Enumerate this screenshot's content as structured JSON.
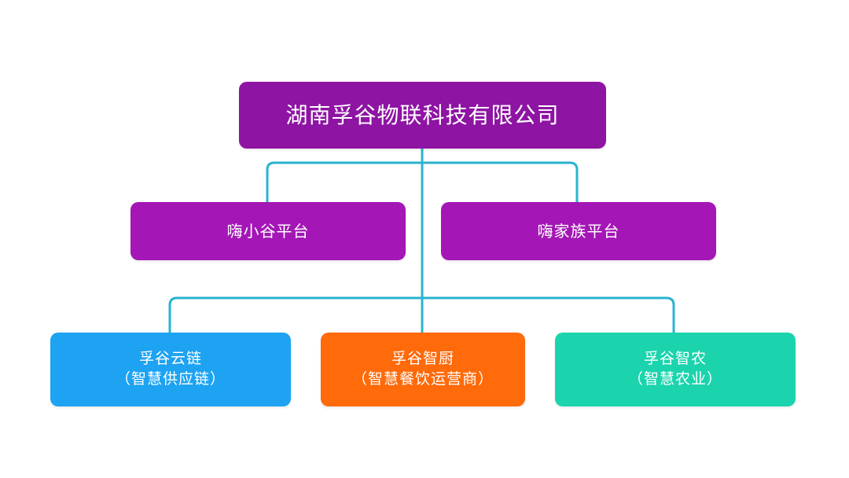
{
  "colors": {
    "connector": "#2ab3d0",
    "root": "#8e14a3",
    "platform": "#a417b6",
    "supply_chain": "#1da3f2",
    "kitchen": "#ff6a0a",
    "agriculture": "#1bd4ad"
  },
  "root": {
    "label": "湖南孚谷物联科技有限公司"
  },
  "platforms": [
    {
      "label": "嗨小谷平台"
    },
    {
      "label": "嗨家族平台"
    }
  ],
  "businesses": [
    {
      "name": "孚谷云链",
      "sub": "（智慧供应链）"
    },
    {
      "name": "孚谷智厨",
      "sub": "（智慧餐饮运营商）"
    },
    {
      "name": "孚谷智农",
      "sub": "（智慧农业）"
    }
  ]
}
